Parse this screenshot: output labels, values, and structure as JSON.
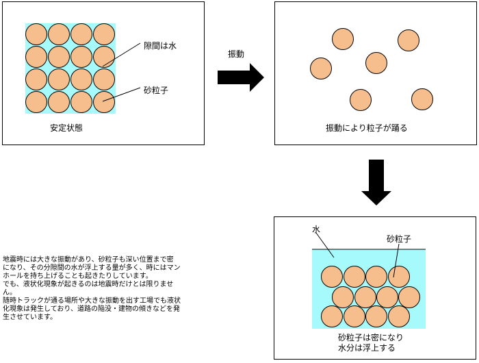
{
  "panels": {
    "stable": {
      "caption": "安定状態",
      "label_gap": "隙間は水",
      "label_sand": "砂粒子"
    },
    "vibrating": {
      "arrow_label": "振動",
      "caption": "振動により粒子が踊る"
    },
    "liquefied": {
      "label_water": "水",
      "label_sand": "砂粒子",
      "caption_line1": "砂粒子は密になり",
      "caption_line2": "水分は浮上する"
    }
  },
  "description": {
    "lines": [
      "地震時には大きな振動があり、砂粒子も深い位置まで密",
      "になり、その分隙間の水が浮上する量が多く、時にはマン",
      "ホールを持ち上げることも起きたりしています。",
      "でも、液状化現象が起きるのは地震時だけとは限りませ",
      "ん。",
      "随時トラックが通る場所や大きな振動を出す工場でも液状",
      "化現象は発生しており、道路の陥没・建物の傾きなどを発",
      "生させています。"
    ]
  },
  "colors": {
    "water": "#a6fafc",
    "sand": "#f5be8c",
    "outline": "#000000"
  }
}
